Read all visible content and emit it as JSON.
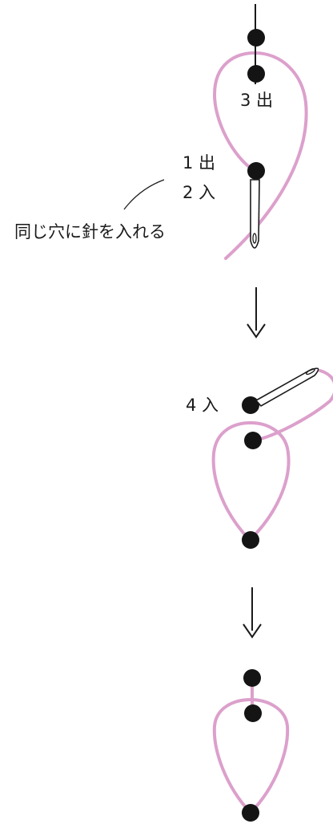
{
  "colors": {
    "thread": "#dca0cc",
    "dot": "#141414",
    "line": "#1a1a1a",
    "background": "#ffffff"
  },
  "labels": {
    "step1_out3": "3 出",
    "step1_out1": "1 出",
    "step1_in2": "2 入",
    "step1_note": "同じ穴に針を入れる",
    "step2_in4": "4 入"
  },
  "arrows": [
    "arrow-down-icon",
    "arrow-down-icon"
  ]
}
